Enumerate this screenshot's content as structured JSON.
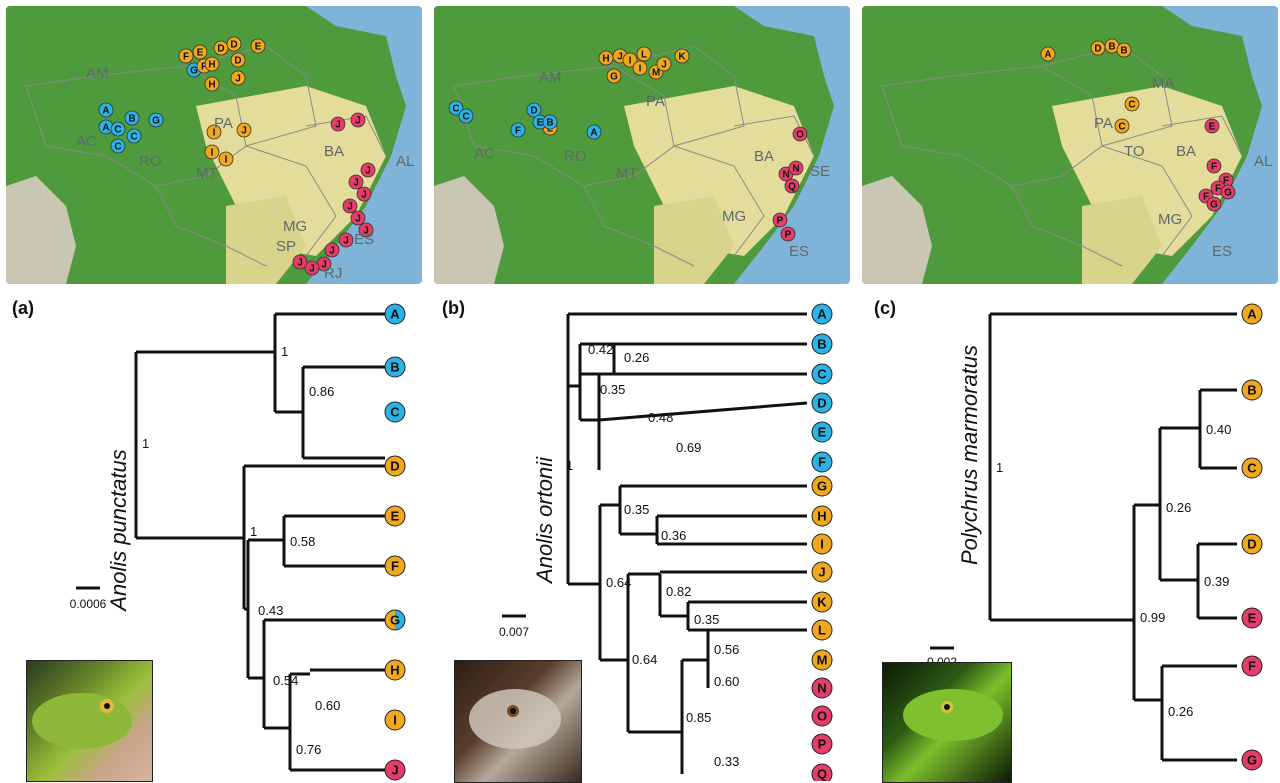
{
  "colors": {
    "blue": "#2ab3e6",
    "orange": "#f2a81c",
    "red": "#e63c6a",
    "ocean": "#7fb4d8",
    "forest": "#4f9a3c",
    "dry": "#e4dc9a"
  },
  "maps": [
    {
      "labels": [
        "AM",
        "PA",
        "AC",
        "RO",
        "MT",
        "BA",
        "AL",
        "MG",
        "ES",
        "SP",
        "RJ"
      ],
      "markers": [
        "A",
        "A",
        "C",
        "C",
        "B",
        "C",
        "G",
        "F",
        "E",
        "D",
        "D",
        "E",
        "D",
        "G",
        "F",
        "H",
        "J",
        "H",
        "I",
        "J",
        "I",
        "I",
        "J",
        "J",
        "J",
        "J",
        "J",
        "J",
        "J",
        "J",
        "J",
        "J",
        "J",
        "J",
        "J"
      ]
    },
    {
      "labels": [
        "AM",
        "PA",
        "AC",
        "RO",
        "MT",
        "BA",
        "SE",
        "MG",
        "ES"
      ],
      "markers": [
        "C",
        "C",
        "D",
        "F",
        "L",
        "E",
        "B",
        "A",
        "H",
        "J",
        "I",
        "G",
        "I",
        "L",
        "M",
        "J",
        "K",
        "O",
        "N",
        "N",
        "Q",
        "P",
        "P"
      ]
    },
    {
      "labels": [
        "PA",
        "MA",
        "TO",
        "BA",
        "AL",
        "MG",
        "ES"
      ],
      "markers": [
        "A",
        "D",
        "B",
        "B",
        "C",
        "C",
        "E",
        "F",
        "F",
        "F",
        "G",
        "F",
        "G"
      ]
    }
  ],
  "trees": [
    {
      "panel": "(a)",
      "species": "Anolis punctatus",
      "scale": "0.0006",
      "tips": [
        "A",
        "B",
        "C",
        "D",
        "E",
        "F",
        "G",
        "H",
        "I",
        "J"
      ],
      "supports": [
        "1",
        "1",
        "0.86",
        "1",
        "0.58",
        "0.43",
        "0.54",
        "0.60",
        "0.76"
      ]
    },
    {
      "panel": "(b)",
      "species": "Anolis ortonii",
      "scale": "0.007",
      "tips": [
        "A",
        "B",
        "C",
        "D",
        "E",
        "F",
        "G",
        "H",
        "I",
        "J",
        "K",
        "L",
        "M",
        "N",
        "O",
        "P",
        "Q"
      ],
      "supports": [
        "0.42",
        "0.26",
        "0.35",
        "0.48",
        "0.69",
        "1",
        "0.35",
        "0.36",
        "0.64",
        "0.82",
        "0.35",
        "0.64",
        "0.56",
        "0.60",
        "0.85",
        "0.33"
      ]
    },
    {
      "panel": "(c)",
      "species": "Polychrus marmoratus",
      "scale": "0.002",
      "tips": [
        "A",
        "B",
        "C",
        "D",
        "E",
        "F",
        "G"
      ],
      "supports": [
        "1",
        "0.40",
        "0.26",
        "0.39",
        "0.99",
        "0.26"
      ]
    }
  ]
}
